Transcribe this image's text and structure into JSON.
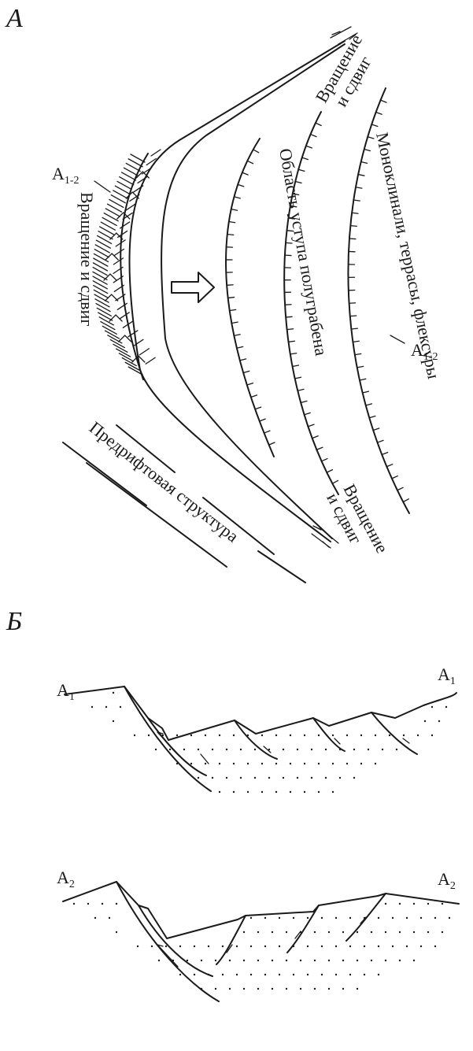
{
  "panel_a": {
    "letter": "А",
    "label_a12_left": {
      "main": "A",
      "sub": "1-2"
    },
    "label_a12_right": {
      "main": "A",
      "sub": "1-2"
    },
    "rotation_shear_left": "Вращение и сдвиг",
    "rotation_shear_top_line1": "Вращение",
    "rotation_shear_top_line2": "и сдвиг",
    "rotation_shear_bottom_line1": "Вращение",
    "rotation_shear_bottom_line2": "и сдвиг",
    "half_graben_scarp": "Область уступа полуграбена",
    "monoclines": "Моноклинали, террасы, флексуры",
    "prerift_structure": "Предрифтовая структура"
  },
  "panel_b": {
    "letter": "Б",
    "section1_left": {
      "main": "A",
      "sub": "1"
    },
    "section1_right": {
      "main": "A",
      "sub": "1"
    },
    "section2_left": {
      "main": "A",
      "sub": "2"
    },
    "section2_right": {
      "main": "A",
      "sub": "2"
    }
  }
}
